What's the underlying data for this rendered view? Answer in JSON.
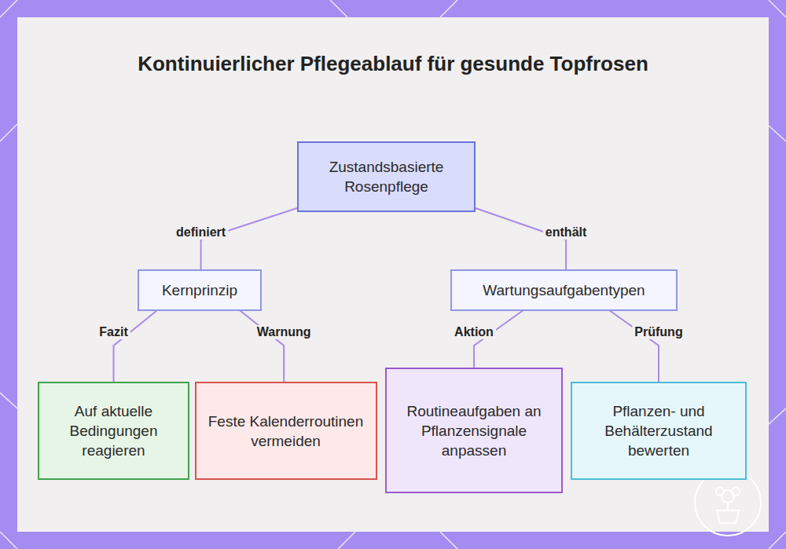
{
  "diagram": {
    "title": "Kontinuierlicher Pflegeablauf für gesunde Topfrosen",
    "nodes": [
      {
        "text": [
          "Zustandsbasierte Rosenpflege"
        ]
      },
      {
        "text": [
          "Kernprinzip"
        ]
      },
      {
        "text": [
          "Wartungsaufgabentypen"
        ]
      },
      {
        "text": [
          "Auf aktuelle Bedingungen reagieren"
        ]
      },
      {
        "text": [
          "Feste Kalenderroutinen vermeiden"
        ]
      },
      {
        "text": [
          "Routineaufgaben an Pflanzensignale anpassen"
        ]
      },
      {
        "text": [
          "Pflanzen- und Behälterzustand bewerten"
        ]
      }
    ],
    "edges": [
      {
        "from": 0,
        "to": 1,
        "label": "definiert",
        "arrow": "none"
      },
      {
        "from": 0,
        "to": 2,
        "label": "enthält",
        "arrow": "none"
      },
      {
        "from": 1,
        "to": 3,
        "label": "Fazit",
        "arrow": "none"
      },
      {
        "from": 1,
        "to": 4,
        "label": "Warnung",
        "arrow": "none"
      },
      {
        "from": 2,
        "to": 5,
        "label": "Aktion",
        "arrow": "none"
      },
      {
        "from": 2,
        "to": 6,
        "label": "Prüfung",
        "arrow": "none"
      }
    ]
  }
}
